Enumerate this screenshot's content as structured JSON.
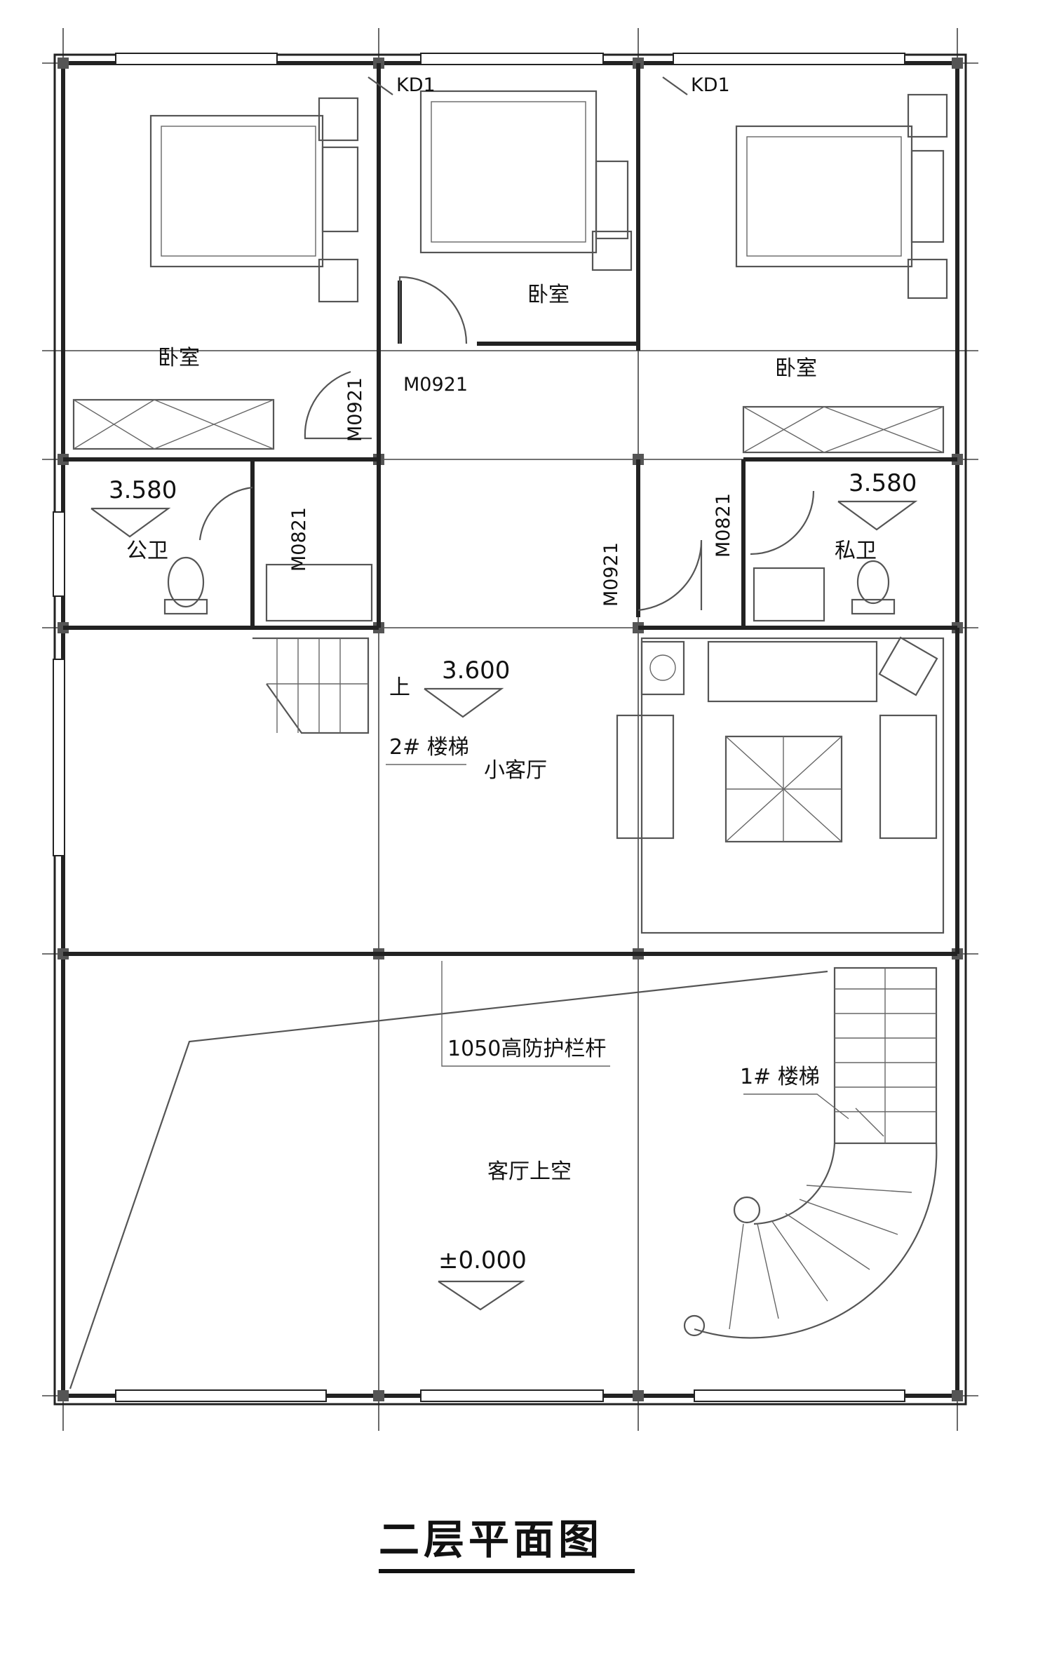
{
  "title": "二层平面图",
  "rooms": {
    "bedroom_left": "卧室",
    "bedroom_middle": "卧室",
    "bedroom_right": "卧室",
    "public_bath": "公卫",
    "private_bath": "私卫",
    "small_living": "小客厅",
    "living_void": "客厅上空"
  },
  "doors": {
    "kd1_a": "KD1",
    "kd1_b": "KD1",
    "m0921_mid": "M0921",
    "m0921_left": "M0921",
    "m0821_left": "M0821",
    "m0921_center": "M0921",
    "m0821_right": "M0821"
  },
  "elevations": {
    "public_bath": "3.580",
    "private_bath": "3.580",
    "small_living": "3.600",
    "living_void": "±0.000"
  },
  "stairs": {
    "stair2_label": "2# 楼梯",
    "stair2_up": "上",
    "stair1_label": "1# 楼梯"
  },
  "notes": {
    "railing": "1050高防护栏杆"
  },
  "colors": {
    "line": "#222222",
    "furniture": "#555555",
    "background": "#ffffff"
  }
}
